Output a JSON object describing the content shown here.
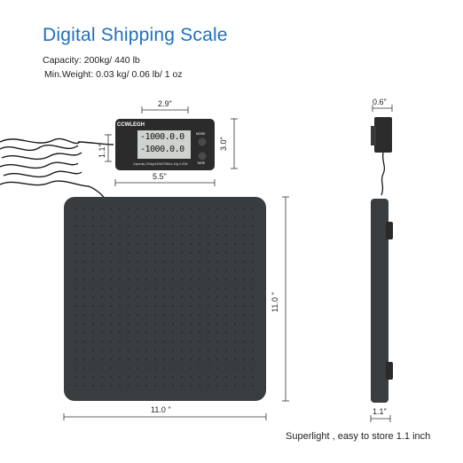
{
  "title": "Digital Shipping Scale",
  "specs": {
    "capacity": "Capacity: 200kg/ 440 lb",
    "min_weight": "Min.Weight: 0.03 kg/ 0.06 lb/ 1  oz"
  },
  "display": {
    "brand": "CCWLEGH",
    "readout_top": "-1000.0.0",
    "readout_bottom": "-1000.0.0",
    "button_top": "MODE",
    "button_bottom": "TARE",
    "capacity_text": "Capacity 200kg/440lb/7056oz 10g 0.02lb"
  },
  "dimensions": {
    "display_width_top": "2.9\"",
    "display_height": "3.0\"",
    "display_width_bottom": "5.5\"",
    "display_depth": "1.1\"",
    "side_depth_top": "0.6\"",
    "platform_height": "11.0 \"",
    "platform_width": "11.0 \"",
    "side_depth_bottom": "1.1\""
  },
  "caption": "Superlight , easy to store 1.1 inch",
  "colors": {
    "title_blue": "#1f6fbf",
    "platform": "#3a3d40",
    "display_body": "#2b2b2b",
    "lcd": "#cfd3cf"
  }
}
